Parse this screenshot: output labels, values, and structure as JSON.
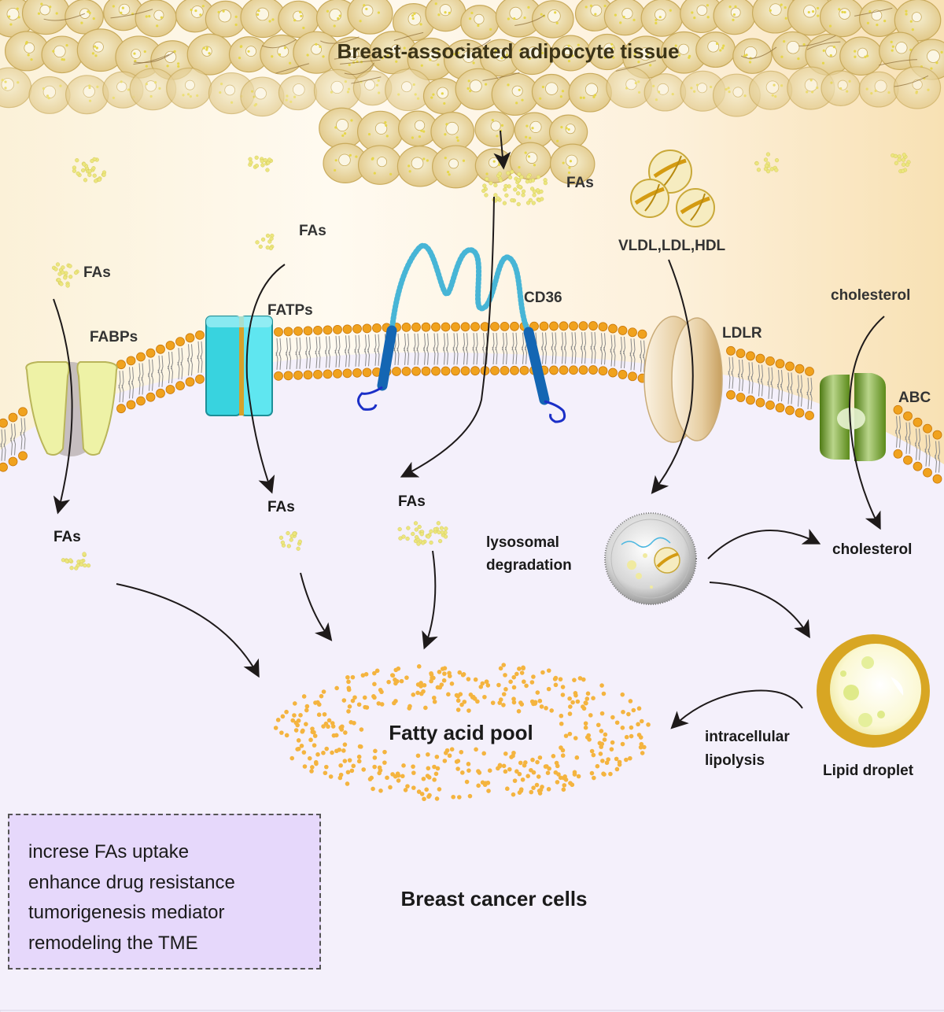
{
  "title": "Breast-associated adipocyte tissue",
  "labels": {
    "fas": "FAs",
    "fabps": "FABPs",
    "fatps": "FATPs",
    "cd36": "CD36",
    "lipoproteins": "VLDL,LDL,HDL",
    "ldlr": "LDLR",
    "cholesterol": "cholesterol",
    "abc": "ABC",
    "lysosomal_1": "lysosomal",
    "lysosomal_2": "degradation",
    "lipid_droplet": "Lipid droplet",
    "lipolysis_1": "intracellular",
    "lipolysis_2": "lipolysis",
    "pool": "Fatty acid pool",
    "cell": "Breast cancer cells"
  },
  "notes": [
    "increse FAs uptake",
    "enhance drug resistance",
    "tumorigenesis mediator",
    "remodeling the TME"
  ],
  "colors": {
    "membrane_head": "#f0a21e",
    "cytoplasm": "#f4f0fb",
    "adipocyte": "#ecd9a0",
    "fatp": "#35d6e2",
    "cd36": "#1466b3",
    "ldlr": "#e9d3ad",
    "abc": "#6f9a2a",
    "fabp": "#eaf0a0",
    "droplet_ring": "#d8a623",
    "note_bg": "#e6d8fb"
  }
}
